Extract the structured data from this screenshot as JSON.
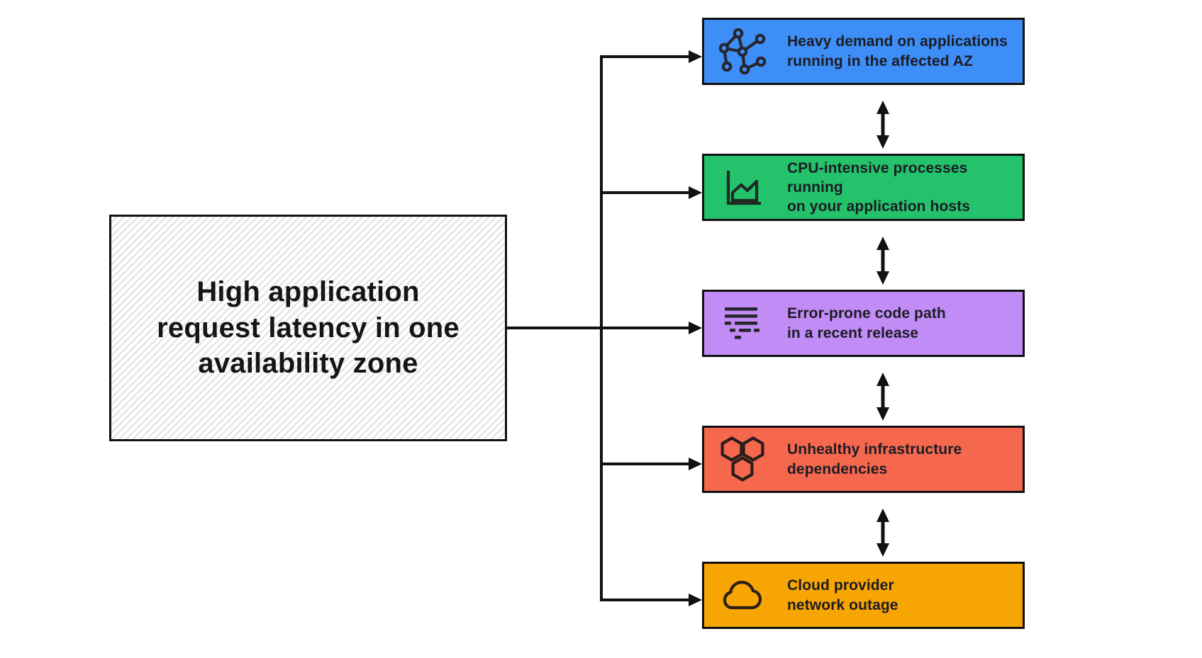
{
  "diagram": {
    "title_hint": "root cause diagram",
    "root_cause": {
      "label": "High application\nrequest latency in one\navailability zone",
      "fill_pattern": "diagonal-hatch",
      "hatch_color": "#e5e5e5",
      "border_color": "#111111"
    },
    "causes": [
      {
        "id": "heavy-demand",
        "label": "Heavy demand on applications\nrunning in the affected AZ",
        "icon": "network-graph-icon",
        "color": "#3e8ef7"
      },
      {
        "id": "cpu-intensive",
        "label": "CPU-intensive processes running\non your application hosts",
        "icon": "line-chart-icon",
        "color": "#23c26b"
      },
      {
        "id": "error-prone-code",
        "label": "Error-prone code path\nin a recent release",
        "icon": "log-lines-icon",
        "color": "#c18cf5"
      },
      {
        "id": "unhealthy-dependencies",
        "label": "Unhealthy infrastructure\ndependencies",
        "icon": "hexagons-icon",
        "color": "#f5684e"
      },
      {
        "id": "cloud-outage",
        "label": "Cloud provider\nnetwork outage",
        "icon": "cloud-icon",
        "color": "#f7a502"
      }
    ],
    "connectors": {
      "line_color": "#111111",
      "style": "fan-out from root to all causes, bidirectional arrows between adjacent causes"
    }
  }
}
